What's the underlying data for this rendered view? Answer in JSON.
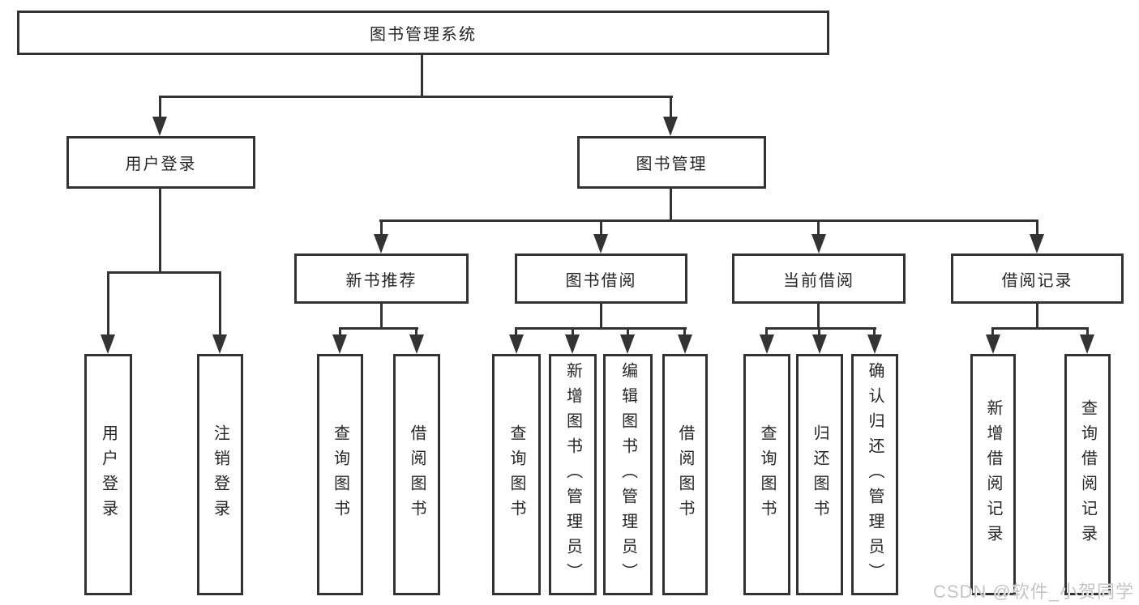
{
  "tree": {
    "root": {
      "label": "图书管理系统"
    },
    "branches": [
      {
        "label": "用户登录",
        "children": [
          {
            "label": "用户登录"
          },
          {
            "label": "注销登录"
          }
        ]
      },
      {
        "label": "图书管理",
        "children": [
          {
            "label": "新书推荐",
            "children": [
              {
                "label": "查询图书"
              },
              {
                "label": "借阅图书"
              }
            ]
          },
          {
            "label": "图书借阅",
            "children": [
              {
                "label": "查询图书"
              },
              {
                "label": "新增图书（管理员）"
              },
              {
                "label": "编辑图书（管理员）"
              },
              {
                "label": "借阅图书"
              }
            ]
          },
          {
            "label": "当前借阅",
            "children": [
              {
                "label": "查询图书"
              },
              {
                "label": "归还图书"
              },
              {
                "label": "确认归还（管理员）"
              }
            ]
          },
          {
            "label": "借阅记录",
            "children": [
              {
                "label": "新增借阅记录"
              },
              {
                "label": "查询借阅记录"
              }
            ]
          }
        ]
      }
    ]
  },
  "watermark": {
    "text": "CSDN @软件_小贺同学"
  },
  "colors": {
    "line": "#333333",
    "text": "#262626",
    "background": "#ffffff",
    "watermark": "#c4c4c4"
  }
}
